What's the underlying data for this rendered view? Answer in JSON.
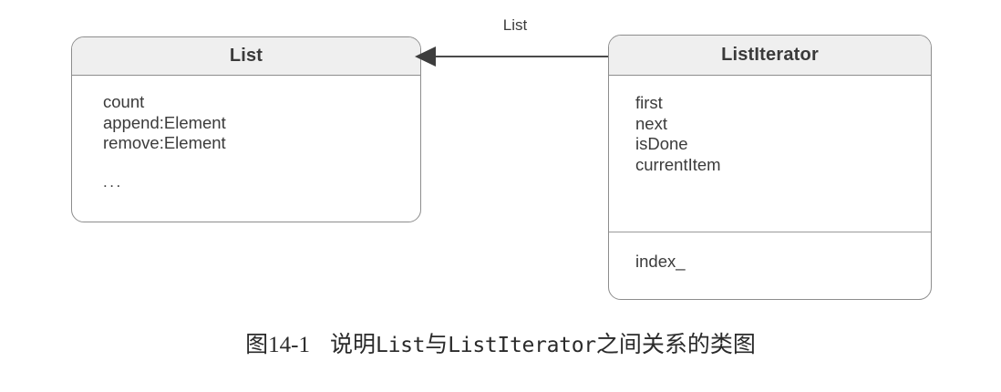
{
  "diagram": {
    "kind": "uml-class-diagram",
    "background_color": "#ffffff",
    "line_color": "#8d8d8d",
    "header_fill_color": "#efefef",
    "text_color": "#3b3b3b",
    "classes": [
      {
        "id": "List",
        "name": "List",
        "compartments": [
          {
            "kind": "members",
            "items": [
              "count",
              "append:Element",
              "remove:Element",
              "..."
            ]
          }
        ]
      },
      {
        "id": "ListIterator",
        "name": "ListIterator",
        "compartments": [
          {
            "kind": "operations",
            "items": [
              "first",
              "next",
              "isDone",
              "currentItem"
            ]
          },
          {
            "kind": "attributes",
            "items": [
              "index_"
            ]
          }
        ]
      }
    ],
    "associations": [
      {
        "id": "listiterator-to-list",
        "label": "List",
        "from": "ListIterator",
        "to": "List",
        "arrow_direction": "left",
        "arrow_style": "solid-filled-triangle"
      }
    ]
  },
  "caption": {
    "figure_number": "图14-1",
    "text_before": "说明",
    "term_one": "List",
    "text_middle": "与",
    "term_two": "ListIterator",
    "text_after": "之间关系的类图",
    "full_text": "图14-1　说明List与ListIterator之间关系的类图"
  }
}
